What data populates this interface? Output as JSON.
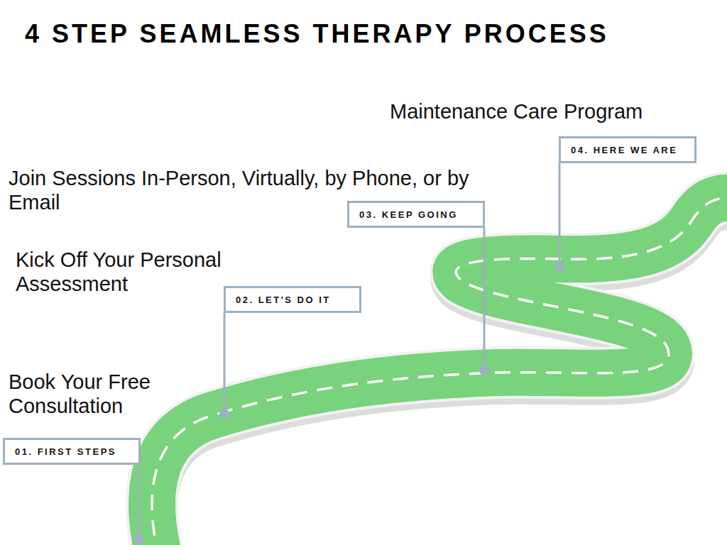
{
  "diagram": {
    "title": "4 STEP SEAMLESS THERAPY PROCESS",
    "nodes": [
      {
        "text": [
          "01. FIRST STEPS"
        ]
      },
      {
        "text": [
          "02. LET'S DO IT"
        ]
      },
      {
        "text": [
          "03. KEEP GOING"
        ]
      },
      {
        "text": [
          "04. HERE WE ARE"
        ]
      }
    ],
    "labels": [
      "Maintenance Care Program",
      "Join Sessions In-Person, Virtually, by Phone, or by Email",
      "Kick Off Your Personal Assessment",
      "Book Your Free Consultation"
    ]
  }
}
